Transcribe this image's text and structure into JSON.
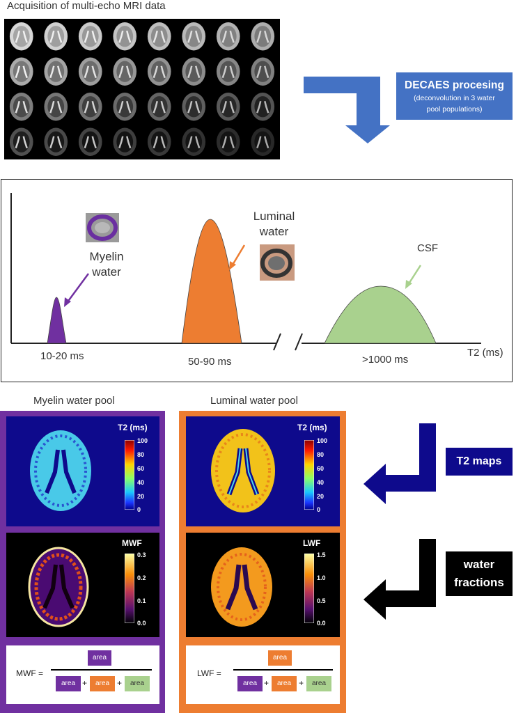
{
  "top": {
    "title": "Acquisition of multi-echo MRI data"
  },
  "decaes": {
    "title": "DECAES procesing",
    "subtitle_line1": "(deconvolution in 3 water",
    "subtitle_line2": "pool populations)"
  },
  "spectrum": {
    "myelin_label_1": "Myelin",
    "myelin_label_2": "water",
    "luminal_label_1": "Luminal",
    "luminal_label_2": "water",
    "csf_label": "CSF",
    "range_myelin": "10-20 ms",
    "range_luminal": "50-90 ms",
    "range_csf": ">1000 ms",
    "axis_label": "T2 (ms)",
    "colors": {
      "myelin": "#7030a0",
      "luminal": "#ed7d31",
      "csf": "#a9d18e"
    }
  },
  "pools": {
    "myelin_title": "Myelin water pool",
    "luminal_title": "Luminal water pool",
    "t2_label": "T2 (ms)",
    "t2_ticks": [
      "100",
      "80",
      "60",
      "40",
      "20",
      "0"
    ],
    "mwf_label": "MWF",
    "mwf_ticks": [
      "0.3",
      "0.2",
      "0.1",
      "0.0"
    ],
    "lwf_label": "LWF",
    "lwf_ticks": [
      "1.5",
      "1.0",
      "0.5",
      "0.0"
    ]
  },
  "formulas": {
    "mwf_lhs": "MWF =",
    "lwf_lhs": "LWF =",
    "area": "area",
    "plus": "+"
  },
  "side": {
    "t2_maps": "T2 maps",
    "water_fractions_1": "water",
    "water_fractions_2": "fractions"
  }
}
